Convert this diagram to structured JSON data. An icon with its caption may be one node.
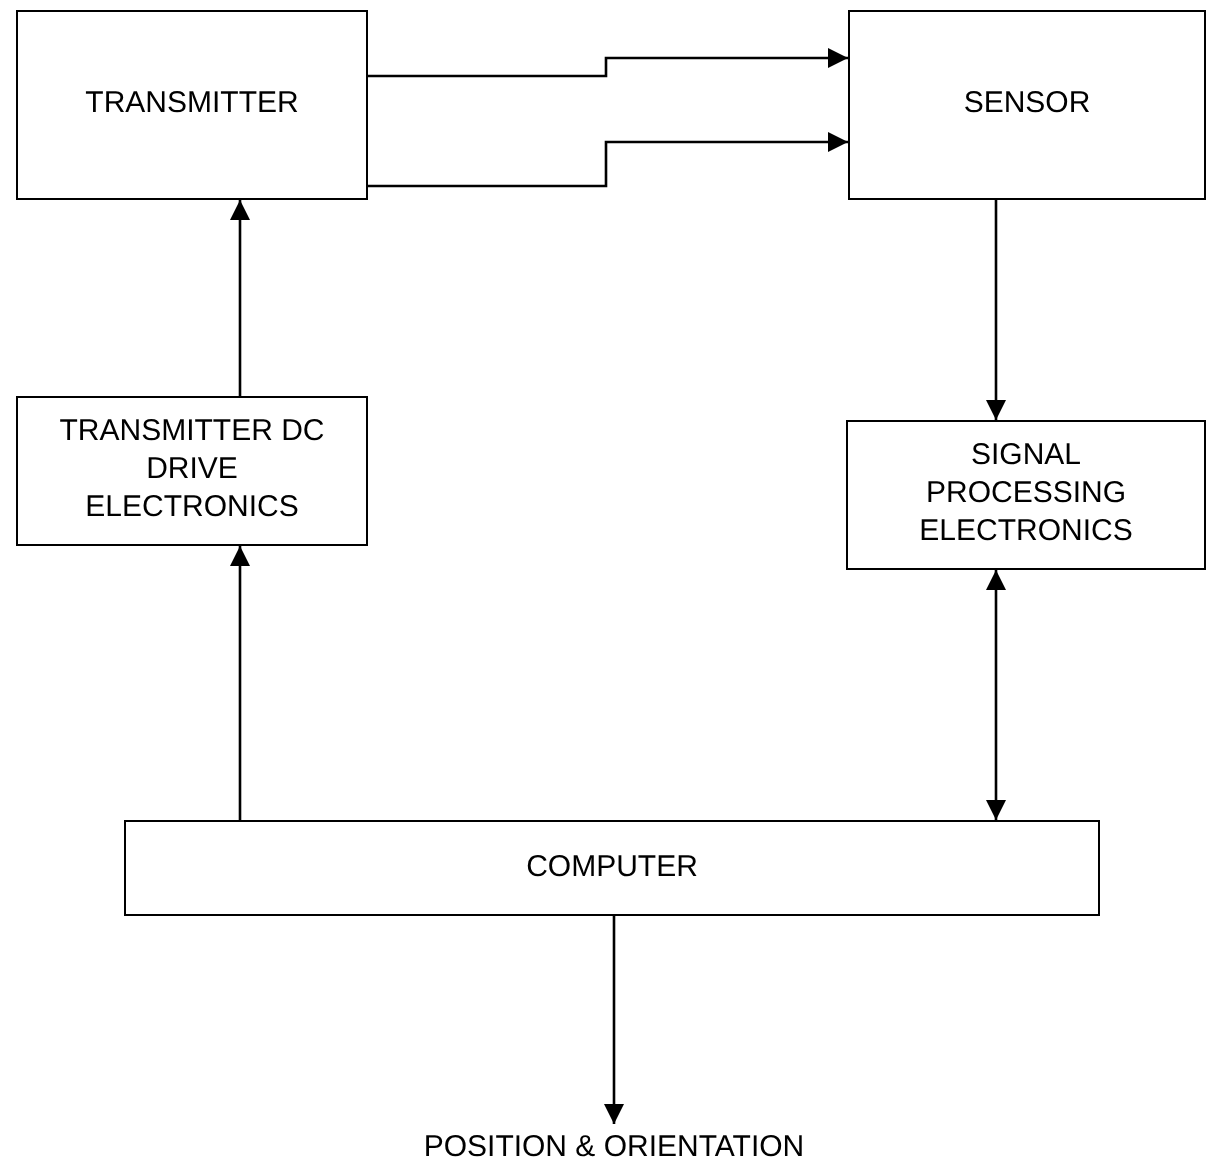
{
  "diagram": {
    "nodes": [
      {
        "text": [
          "TRANSMITTER"
        ]
      },
      {
        "text": [
          "SENSOR"
        ]
      },
      {
        "text": [
          "TRANSMITTER DC DRIVE ELECTRONICS"
        ]
      },
      {
        "text": [
          "SIGNAL PROCESSING ELECTRONICS"
        ]
      },
      {
        "text": [
          "COMPUTER"
        ]
      },
      {
        "text": [
          "POSITION & ORIENTATION"
        ]
      }
    ],
    "edges": [
      {
        "from": 0,
        "to": 1,
        "arrow": "to"
      },
      {
        "from": 0,
        "to": 1,
        "arrow": "to"
      },
      {
        "from": 2,
        "to": 0,
        "arrow": "to"
      },
      {
        "from": 1,
        "to": 3,
        "arrow": "to"
      },
      {
        "from": 4,
        "to": 2,
        "arrow": "to"
      },
      {
        "from": 3,
        "to": 4,
        "arrow": "both"
      },
      {
        "from": 4,
        "to": 5,
        "arrow": "to"
      }
    ]
  }
}
